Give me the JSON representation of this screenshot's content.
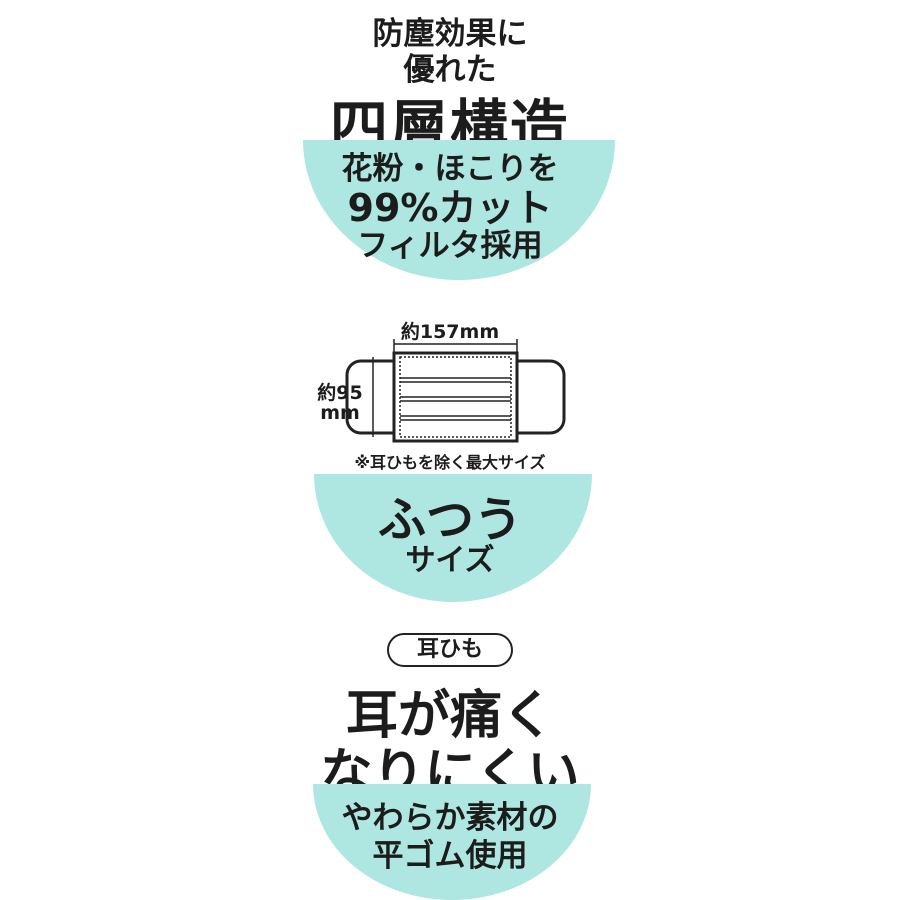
{
  "section1": {
    "subtitle_line1": "防塵効果に",
    "subtitle_line2": "優れた",
    "headline": "四層構造",
    "bowl_line1": "花粉・ほこりを",
    "bowl_line2": "99%カット",
    "bowl_line3": "フィルタ採用"
  },
  "section2": {
    "width_label": "約157mm",
    "height_label_line1": "約95",
    "height_label_line2": "mm",
    "note": "※耳ひもを除く最大サイズ",
    "bowl_line1": "ふつう",
    "bowl_line2": "サイズ"
  },
  "section3": {
    "pill_label": "耳ひも",
    "headline_line1": "耳が痛く",
    "headline_line2": "なりにくい",
    "bowl_line1": "やわらか素材の",
    "bowl_line2": "平ゴム使用"
  },
  "colors": {
    "bowl": "#aee7e2",
    "text": "#1c1c1c"
  }
}
